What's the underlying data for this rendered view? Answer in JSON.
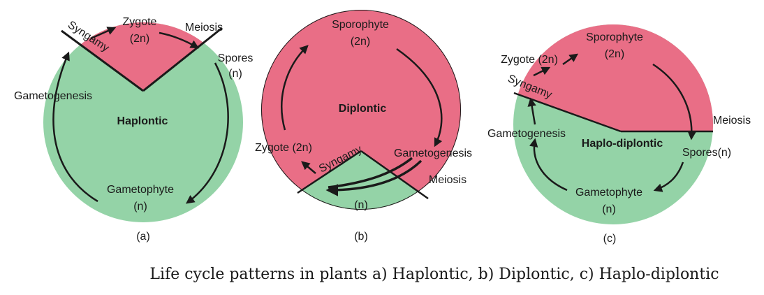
{
  "colors": {
    "haploid": "#94d3a7",
    "diploid": "#e96e86",
    "ink": "#1a1a1a"
  },
  "diagram_a": {
    "zygote": "Zygote",
    "zygote_ploidy": "(2n)",
    "meiosis": "Meiosis",
    "spores": "Spores",
    "spores_ploidy": "(n)",
    "syngamy": "Syngamy",
    "gametogenesis": "Gametogenesis",
    "center": "Haplontic",
    "gametophyte": "Gametophyte",
    "gametophyte_ploidy": "(n)",
    "panel_label": "(a)"
  },
  "diagram_b": {
    "sporophyte": "Sporophyte",
    "sporophyte_ploidy": "(2n)",
    "center": "Diplontic",
    "zygote": "Zygote (2n)",
    "syngamy": "Syngamy",
    "gametogenesis": "Gametogenesis",
    "meiosis": "Meiosis",
    "haploid_ploidy": "(n)",
    "panel_label": "(b)"
  },
  "diagram_c": {
    "sporophyte": "Sporophyte",
    "sporophyte_ploidy": "(2n)",
    "zygote": "Zygote (2n)",
    "syngamy": "Syngamy",
    "meiosis": "Meiosis",
    "gametogenesis": "Gametogenesis",
    "center": "Haplo-diplontic",
    "spores": "Spores(n)",
    "gametophyte": "Gametophyte",
    "gametophyte_ploidy": "(n)",
    "panel_label": "(c)"
  },
  "caption": "Life cycle patterns in plants a) Haplontic, b) Diplontic, c) Haplo-diplontic"
}
